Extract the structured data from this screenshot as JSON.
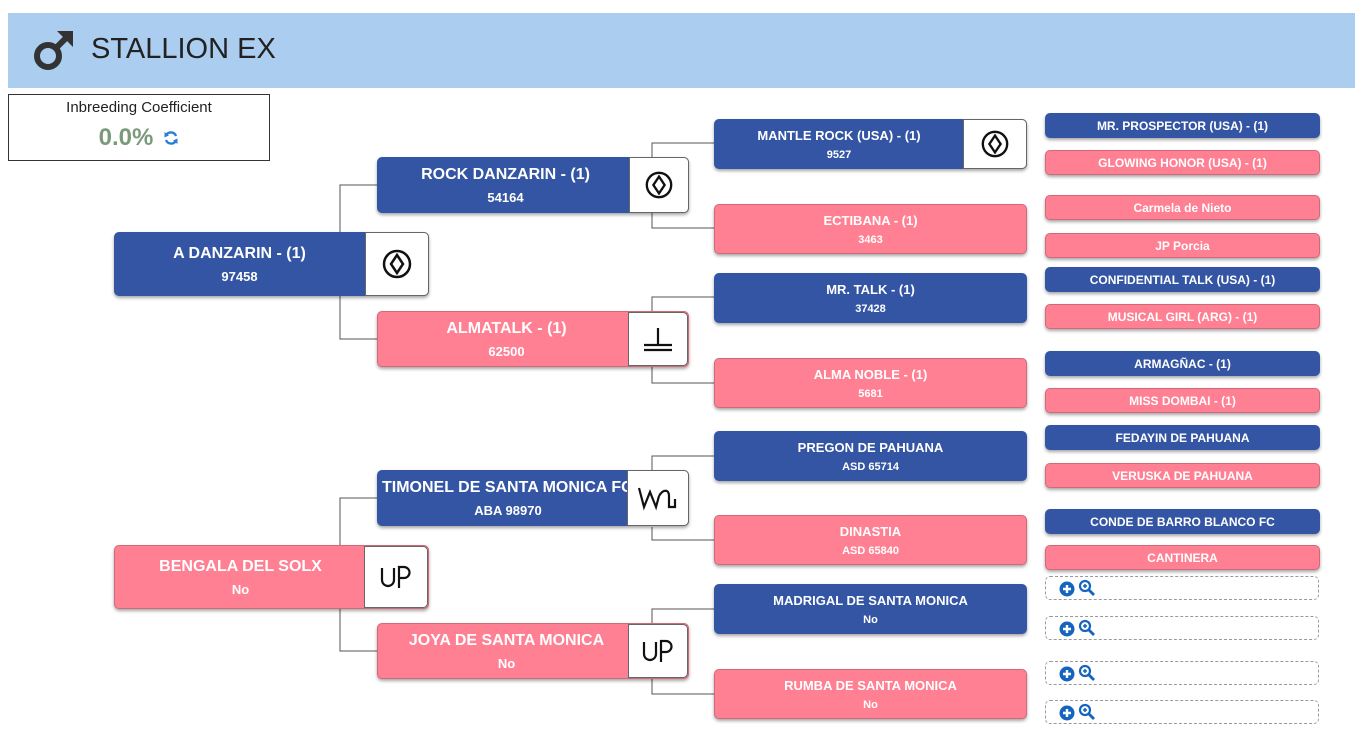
{
  "header": {
    "title": "STALLION EX",
    "icon": "male-symbol-icon",
    "background": "#abcdef"
  },
  "inbreeding": {
    "label": "Inbreeding Coefficient",
    "value": "0.0%",
    "refresh_icon": "refresh-icon"
  },
  "colors": {
    "male": "#3355a3",
    "female": "#ff8093"
  },
  "pedigree": {
    "sire": {
      "name": "A DANZARIN - (1)",
      "reg": "97458",
      "sex": "male",
      "brand": "diamond-circle-brand-icon"
    },
    "dam": {
      "name": "BENGALA DEL SOLX",
      "reg": "No",
      "sex": "female",
      "brand": "up-brand-icon"
    },
    "gen2": [
      {
        "name": "ROCK DANZARIN - (1)",
        "reg": "54164",
        "sex": "male",
        "brand": "diamond-circle-brand-icon"
      },
      {
        "name": "ALMATALK - (1)",
        "reg": "62500",
        "sex": "female",
        "brand": "inverted-t-brand-icon"
      },
      {
        "name": "TIMONEL DE SANTA MONICA FC",
        "reg": "ABA 98970",
        "sex": "male",
        "brand": "wave-brand-icon"
      },
      {
        "name": "JOYA DE SANTA MONICA",
        "reg": "No",
        "sex": "female",
        "brand": "up-brand-icon"
      }
    ],
    "gen3": [
      {
        "name": "MANTLE ROCK (USA) - (1)",
        "reg": "9527",
        "sex": "male",
        "brand": "diamond-circle-brand-icon"
      },
      {
        "name": "ECTIBANA - (1)",
        "reg": "3463",
        "sex": "female"
      },
      {
        "name": "MR. TALK - (1)",
        "reg": "37428",
        "sex": "male"
      },
      {
        "name": "ALMA NOBLE - (1)",
        "reg": "5681",
        "sex": "female"
      },
      {
        "name": "PREGON DE PAHUANA",
        "reg": "ASD 65714",
        "sex": "male"
      },
      {
        "name": "DINASTIA",
        "reg": "ASD 65840",
        "sex": "female"
      },
      {
        "name": "MADRIGAL DE SANTA MONICA",
        "reg": "No",
        "sex": "male"
      },
      {
        "name": "RUMBA DE SANTA MONICA",
        "reg": "No",
        "sex": "female"
      }
    ],
    "gen4": [
      {
        "name": "MR. PROSPECTOR (USA) - (1)",
        "sex": "male"
      },
      {
        "name": "GLOWING HONOR (USA) - (1)",
        "sex": "female"
      },
      {
        "name": "Carmela de Nieto",
        "sex": "female"
      },
      {
        "name": "JP Porcia",
        "sex": "female"
      },
      {
        "name": "CONFIDENTIAL TALK (USA) - (1)",
        "sex": "male"
      },
      {
        "name": "MUSICAL GIRL (ARG) - (1)",
        "sex": "female"
      },
      {
        "name": "ARMAGÑAC - (1)",
        "sex": "male"
      },
      {
        "name": "MISS DOMBAI - (1)",
        "sex": "female"
      },
      {
        "name": "FEDAYIN DE PAHUANA",
        "sex": "male"
      },
      {
        "name": "VERUSKA DE PAHUANA",
        "sex": "female"
      },
      {
        "name": "CONDE DE BARRO BLANCO FC",
        "sex": "male"
      },
      {
        "name": "CANTINERA",
        "sex": "female"
      }
    ],
    "empty_slots": {
      "count": 4,
      "add_icon": "plus-circle-icon",
      "search_icon": "magnifier-icon"
    }
  }
}
